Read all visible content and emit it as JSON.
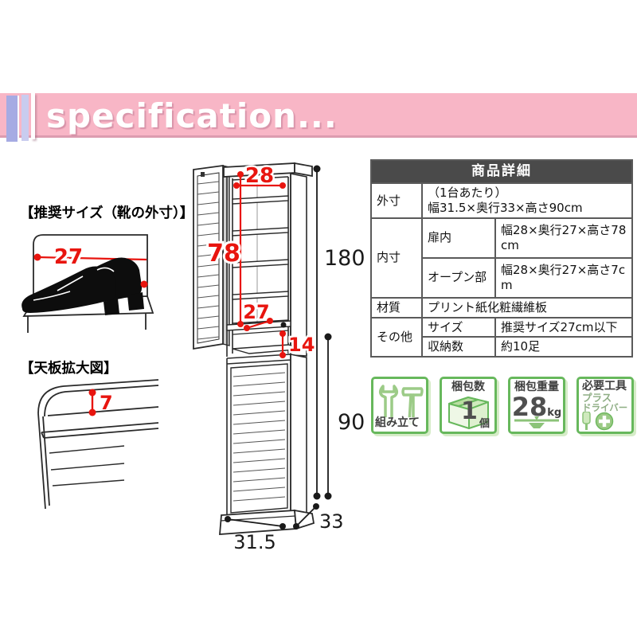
{
  "banner": {
    "title": "specification..."
  },
  "shoe_section": {
    "heading": "【推奨サイズ（靴の外寸）】",
    "shoe_size_cm": "27"
  },
  "topboard_section": {
    "heading": "【天板拡大図】",
    "rail_height_cm": "7"
  },
  "cabinet": {
    "inner_width_cm": "28",
    "door_inner_height_cm": "78",
    "inner_depth_cm": "27",
    "open_section_height_cm": "14",
    "total_height_cm": "180",
    "unit_height_cm": "90",
    "outer_width_cm": "31.5",
    "outer_depth_cm": "33"
  },
  "spec_table": {
    "title": "商品詳細",
    "outer": {
      "label": "外寸",
      "value_line1": "（1台あたり）",
      "value_line2": "幅31.5×奥行33×高さ90cm"
    },
    "inner": {
      "label": "内寸",
      "door": {
        "label": "扉内",
        "value": "幅28×奥行27×高さ78cm"
      },
      "open": {
        "label": "オープン部",
        "value": "幅28×奥行27×高さ7cm"
      }
    },
    "material": {
      "label": "材質",
      "value": "プリント紙化粧繊維板"
    },
    "other": {
      "label": "その他",
      "size": {
        "label": "サイズ",
        "value": "推奨サイズ27cm以下"
      },
      "capacity": {
        "label": "収納数",
        "value": "約10足"
      }
    }
  },
  "badges": {
    "assembly": {
      "label": "組み立て"
    },
    "package_count": {
      "label": "梱包数",
      "value": "1",
      "unit": "個"
    },
    "package_weight": {
      "label": "梱包重量",
      "value": "28",
      "unit": "kg"
    },
    "tools": {
      "label": "必要工具",
      "line2": "プラス",
      "line3": "ドライバー"
    }
  },
  "colors": {
    "banner_pink": "#f8b6c6",
    "banner_edge": "#dc9cb0",
    "bar_purple": "#a6abe3",
    "bar_lavender": "#c9ccef",
    "dimension_red": "#e8150f",
    "line_black": "#2a2a2a",
    "table_header_bg": "#4a4a4a",
    "badge_green": "#67b85c",
    "badge_art_green": "#9ccb87",
    "badge_shadow_green": "#d6ecc8"
  }
}
